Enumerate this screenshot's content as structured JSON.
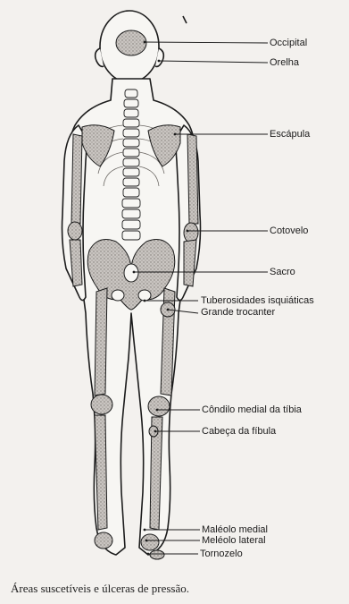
{
  "labels": [
    {
      "id": "occipital",
      "text": "Occipital"
    },
    {
      "id": "orelha",
      "text": "Orelha"
    },
    {
      "id": "escapula",
      "text": "Escápula"
    },
    {
      "id": "cotovelo",
      "text": "Cotovelo"
    },
    {
      "id": "sacro",
      "text": "Sacro"
    },
    {
      "id": "tuberosidades",
      "text": "Tuberosidades isquiáticas"
    },
    {
      "id": "trocanter",
      "text": "Grande trocanter"
    },
    {
      "id": "condilo",
      "text": "Côndilo medial da tíbia"
    },
    {
      "id": "cabeca-fibula",
      "text": "Cabeça da fíbula"
    },
    {
      "id": "maleolo-medial",
      "text": "Maléolo medial"
    },
    {
      "id": "maleolo-lateral",
      "text": "Meléolo lateral"
    },
    {
      "id": "tornozelo",
      "text": "Tornozelo"
    }
  ],
  "caption": "Áreas suscetíveis e úlceras de pressão.",
  "colors": {
    "background": "#f3f1ee",
    "ink": "#1c1c1c",
    "bone_fill": "#b9b5b1",
    "body_fill": "#f7f6f3"
  }
}
